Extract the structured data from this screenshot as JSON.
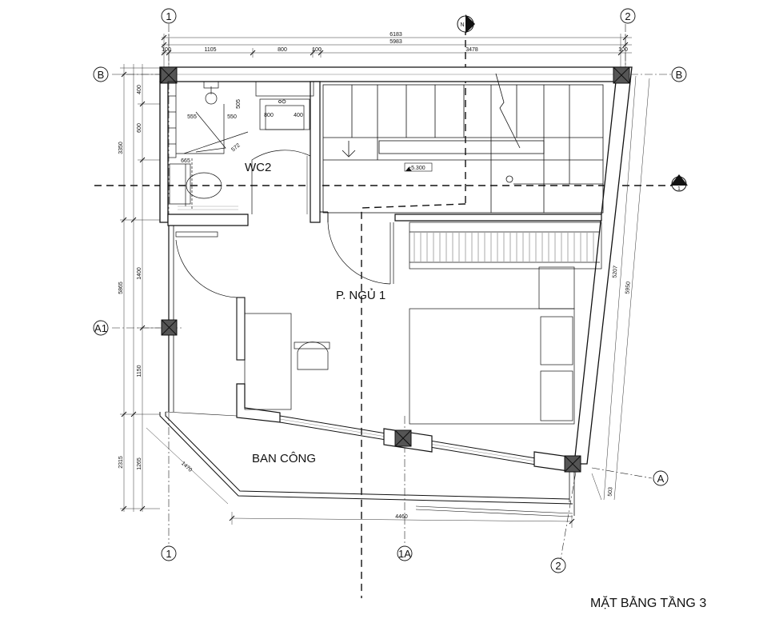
{
  "drawing": {
    "title": "MẶT BẰNG TẦNG 3",
    "rooms": {
      "wc": "WC2",
      "bedroom": "P. NGỦ 1",
      "balcony": "BAN CÔNG"
    },
    "level_mark": "+5.300",
    "grid_labels": {
      "g1_top": "1",
      "g2_top": "2",
      "b_left": "B",
      "b_right": "B",
      "a1_left": "A1",
      "a_right": "A",
      "g1_bottom": "1",
      "g1a_bottom": "1A",
      "g2_bottom": "2"
    },
    "section_marks": {
      "n_top": "N",
      "one_right": "1"
    },
    "dimensions": {
      "top_total": "6183",
      "top_mid": "5983",
      "top_100a": "100",
      "top_1105": "1105",
      "top_800": "800",
      "top_100b": "100",
      "top_3478": "3478",
      "top_100c": "100",
      "left_3350": "3350",
      "left_5865": "5865",
      "left_2315": "2315",
      "left_1400": "1400",
      "left_1150": "1150",
      "left_1265": "1265",
      "left_600": "600",
      "left_400": "400",
      "right_5207": "5207",
      "right_5950": "5950",
      "right_503": "503",
      "bottom_4460": "4460",
      "diag_1470": "1470",
      "wc_555": "555",
      "wc_550": "550",
      "wc_572": "572",
      "wc_665": "665",
      "wc_505": "505",
      "wc_800": "800",
      "wc_400": "400"
    }
  }
}
